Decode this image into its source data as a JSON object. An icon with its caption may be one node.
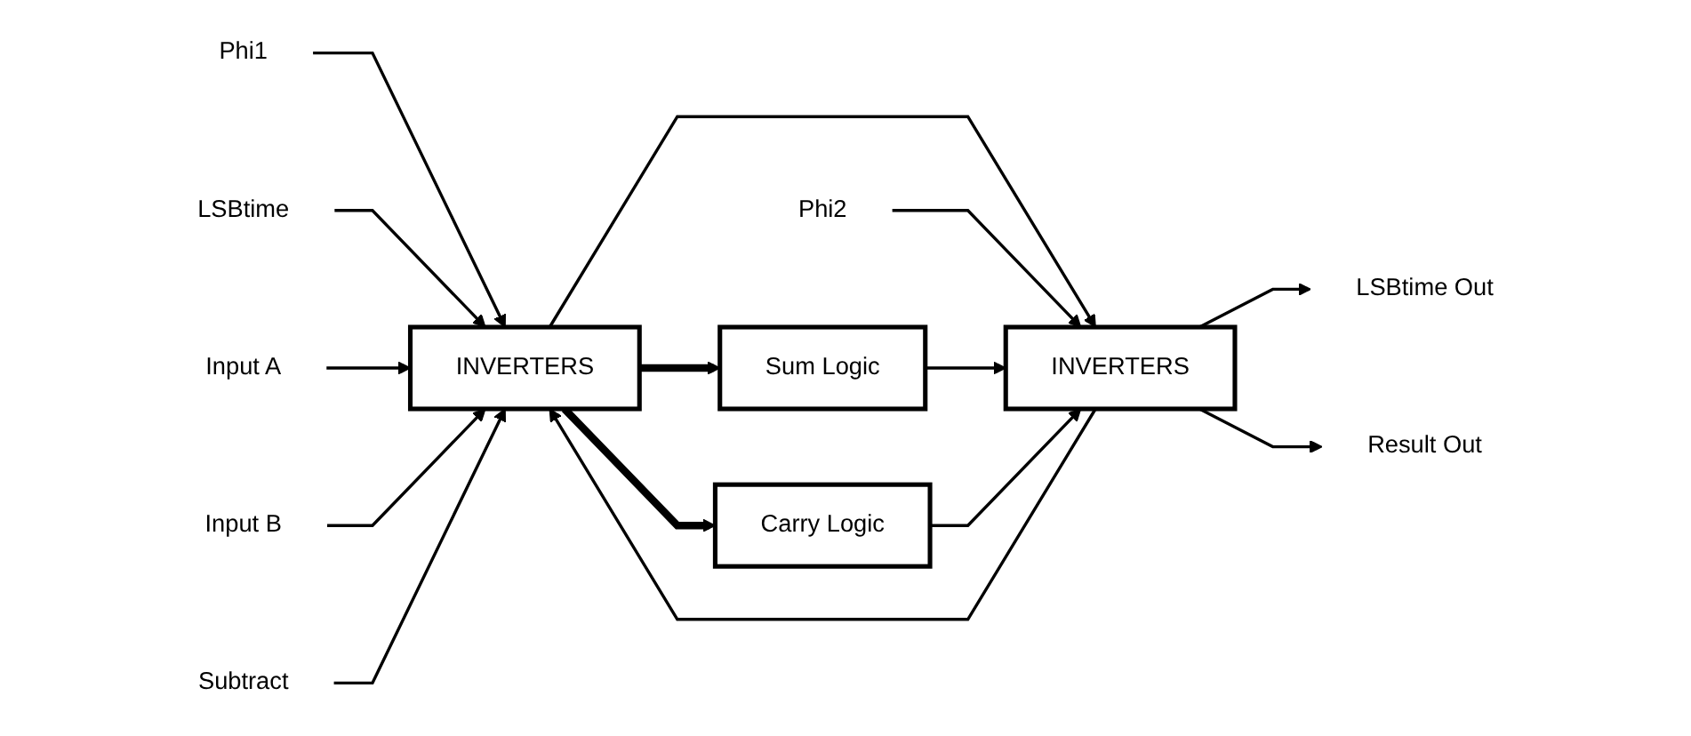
{
  "diagram": {
    "nodes": [
      {
        "text": [
          "Phi1"
        ]
      },
      {
        "text": [
          "Phi2"
        ]
      },
      {
        "text": [
          "LSBtime"
        ]
      },
      {
        "text": [
          "Input A"
        ]
      },
      {
        "text": [
          "Input B"
        ]
      },
      {
        "text": [
          "Subtract"
        ]
      },
      {
        "text": [
          "INVERTERS"
        ]
      },
      {
        "text": [
          "Sum Logic"
        ]
      },
      {
        "text": [
          "Carry Logic"
        ]
      },
      {
        "text": [
          "INVERTERS"
        ]
      },
      {
        "text": [
          "LSBtime Out"
        ]
      },
      {
        "text": [
          "Result Out"
        ]
      }
    ],
    "edges": [
      {
        "from": 0,
        "to": 6,
        "arrow": "to"
      },
      {
        "from": 2,
        "to": 6,
        "arrow": "to"
      },
      {
        "from": 3,
        "to": 6,
        "arrow": "to"
      },
      {
        "from": 4,
        "to": 6,
        "arrow": "to"
      },
      {
        "from": 5,
        "to": 6,
        "arrow": "to"
      },
      {
        "from": 6,
        "to": 9,
        "arrow": "to"
      },
      {
        "from": 6,
        "to": 7,
        "arrow": "to",
        "style": "thick"
      },
      {
        "from": 6,
        "to": 8,
        "arrow": "to",
        "style": "thick"
      },
      {
        "from": 1,
        "to": 9,
        "arrow": "to"
      },
      {
        "from": 7,
        "to": 9,
        "arrow": "to"
      },
      {
        "from": 8,
        "to": 9,
        "arrow": "to"
      },
      {
        "from": 9,
        "to": 10,
        "arrow": "to"
      },
      {
        "from": 9,
        "to": 11,
        "arrow": "to"
      },
      {
        "from": 9,
        "to": 6,
        "arrow": "to"
      }
    ]
  }
}
